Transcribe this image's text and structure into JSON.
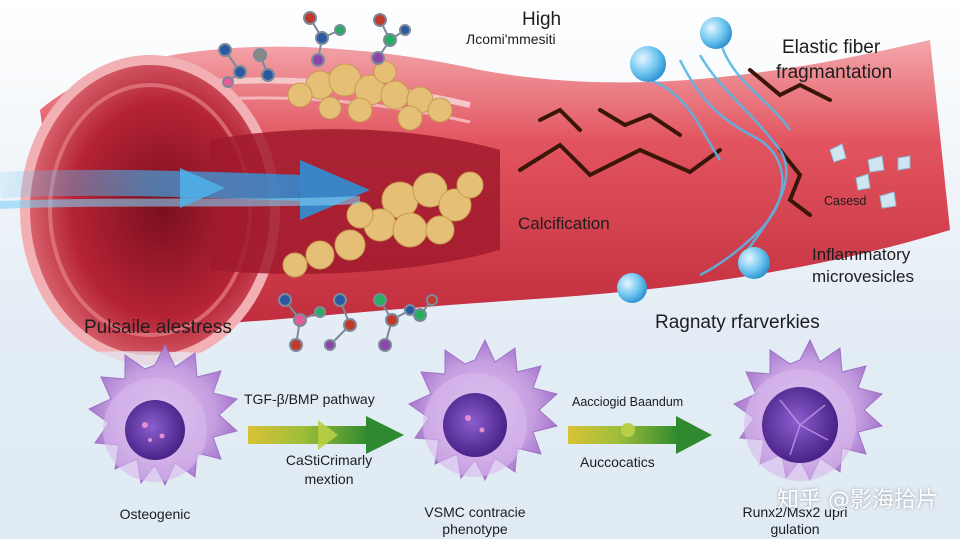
{
  "labels": {
    "high": "High",
    "high_sub": "Лcomi'mmesiti",
    "elastic_fiber": "Elastic fiber",
    "fragmantation": "fragmantation",
    "calcification": "Calcification",
    "casesd": "Casesd",
    "inflammatory": "Inflammatory",
    "microvesicles": "microvesicles",
    "pulsatile": "Pulsaile alestress",
    "ragnaty": "Ragnaty rfarverkies",
    "tgf": "TGF-β/BMP pathway",
    "casti_line1": "CaStiCrimarly",
    "casti_line2": "mextion",
    "accograd": "Aacciogid Baandum",
    "auccocatics": "Auccocatics",
    "osteogenic": "Osteogenic",
    "vsmc_line1": "VSMC contracie",
    "vsmc_line2": "phenotype",
    "runx_line1": "Runx2/Msx2 upri",
    "runx_line2": "gulation"
  },
  "watermark": "知乎 @影海拾片",
  "colors": {
    "vessel_outer": "#d9424e",
    "vessel_light": "#f2a3a8",
    "vessel_inner": "#b81f34",
    "plaque": "#e8c27a",
    "flow_arrow": "#2f8fd6",
    "cell_violet": "#b58ad6",
    "cell_nucleus": "#5b2f9a",
    "arrow_green": "#2f8a2f",
    "arrow_yellow": "#d9c236",
    "background_top": "#ffffff",
    "background_bottom": "#dce8f3"
  }
}
